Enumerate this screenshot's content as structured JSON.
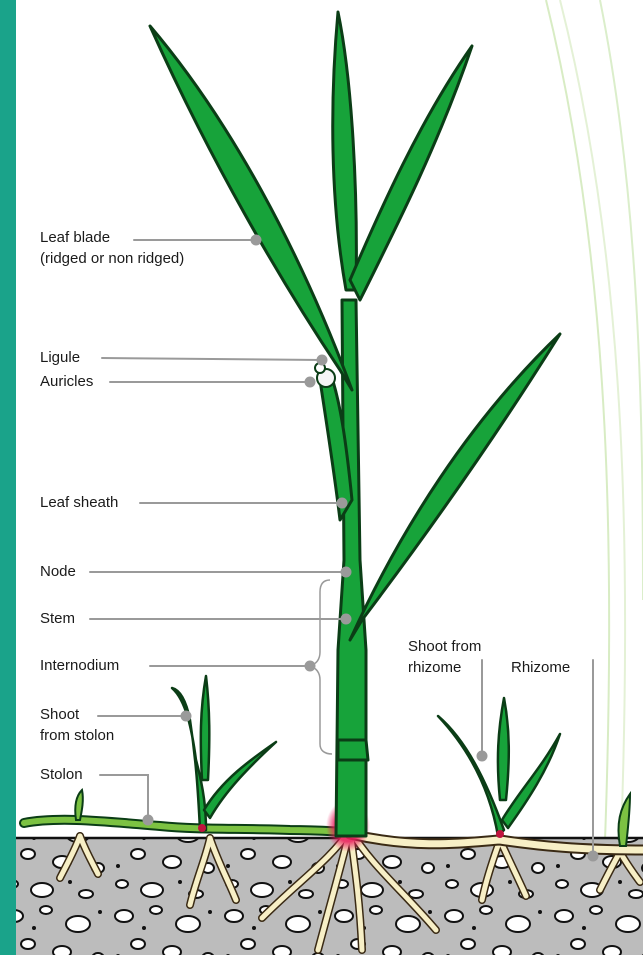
{
  "labels": {
    "leaf_blade": [
      "Leaf blade",
      "(ridged or non ridged)"
    ],
    "ligule": "Ligule",
    "auricles": "Auricles",
    "leaf_sheath": "Leaf sheath",
    "node": "Node",
    "stem": "Stem",
    "internodium": "Internodium",
    "shoot_from_stolon": [
      "Shoot",
      "from stolon"
    ],
    "stolon": "Stolon",
    "shoot_from_rhizome": [
      "Shoot from",
      "rhizome"
    ],
    "rhizome": "Rhizome"
  },
  "colors": {
    "sidebar": "#1aa38a",
    "leaf": "#17a33a",
    "leaf_outline": "#0b3d16",
    "soil": "#bcbcbc",
    "root": "#f7efc6",
    "crown": "#e8185a",
    "leader_line": "#9a9a9a"
  }
}
